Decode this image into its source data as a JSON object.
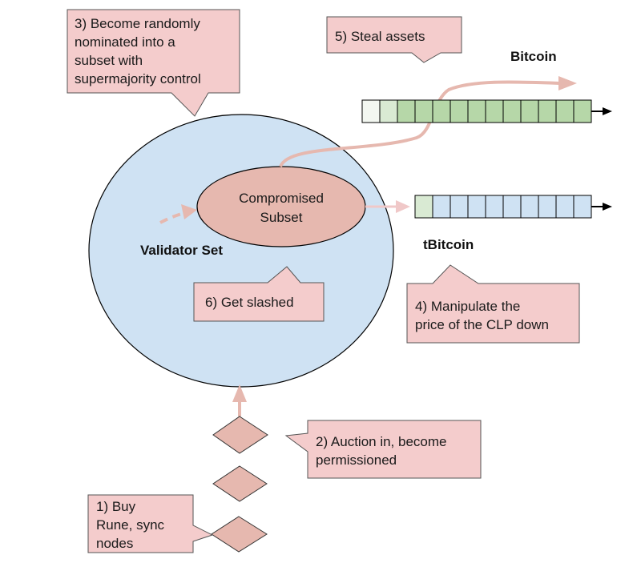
{
  "callouts": {
    "step1": [
      "1) Buy",
      "Rune, sync",
      "nodes"
    ],
    "step2": [
      "2) Auction in, become",
      "permissioned"
    ],
    "step3": [
      "3) Become randomly",
      "nominated into a",
      "subset with",
      "supermajority control"
    ],
    "step4": [
      "4) Manipulate the",
      "price of the CLP down"
    ],
    "step5": [
      "5) Steal assets"
    ],
    "step6": [
      "6) Get slashed"
    ]
  },
  "labels": {
    "validator_set": "Validator Set",
    "compromised_subset": [
      "Compromised",
      "Subset"
    ],
    "bitcoin": "Bitcoin",
    "tbitcoin": "tBitcoin"
  },
  "colors": {
    "callout_fill": "#f4cccc",
    "validator_fill": "#cfe2f3",
    "subset_fill": "#e6b8af",
    "diamond_fill": "#e6b8af",
    "arrow_pink": "#e6b8af",
    "bitcoin_cell": "#b6d7a8",
    "bitcoin_cell_light": "#d9ead3",
    "tbitcoin_cell": "#cfe2f3"
  },
  "chains": {
    "bitcoin_cells": [
      "empty",
      "light",
      "green",
      "green",
      "green",
      "green",
      "green",
      "green",
      "green",
      "green",
      "green",
      "green",
      "green"
    ],
    "tbitcoin_cells": [
      "light",
      "blue",
      "blue",
      "blue",
      "blue",
      "blue",
      "blue",
      "blue",
      "blue",
      "blue"
    ]
  }
}
